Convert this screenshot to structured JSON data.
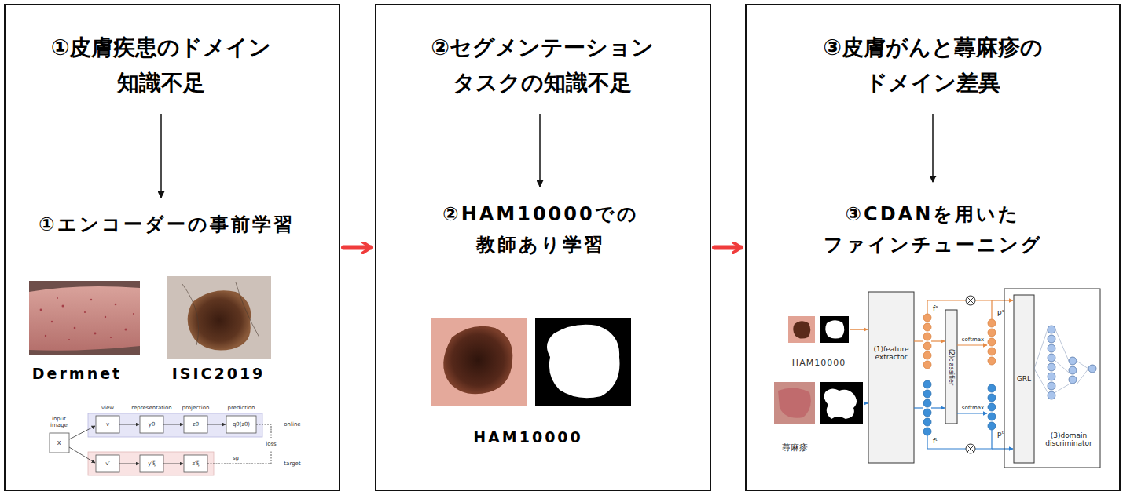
{
  "diagram": {
    "nodes": [
      {
        "text": [
          "①皮膚疾患のドメイン 知識不足",
          "①エンコーダーの事前学習"
        ]
      },
      {
        "text": [
          "②セグメンテーション タスクの知識不足",
          "②HAM10000での 教師あり学習"
        ]
      },
      {
        "text": [
          "③皮膚がんと蕁麻疹の ドメイン差異",
          "③CDANを用いた ファインチューニング"
        ]
      }
    ],
    "edges": [
      {
        "from": 0,
        "to": 1,
        "arrow": "to"
      },
      {
        "from": 1,
        "to": 2,
        "arrow": "to"
      }
    ],
    "labels": [
      "Dermnet",
      "ISIC2019",
      "HAM10000",
      "HAM10000",
      "蕁麻疹",
      "(1)feature extractor",
      "(2)classifier",
      "softmax",
      "softmax",
      "fˢ",
      "pˢ",
      "fᵗ",
      "pᵗ",
      "GRL",
      "(3)domain discriminator",
      "input image",
      "x",
      "view",
      "representation",
      "projection",
      "prediction",
      "v",
      "yθ",
      "zθ",
      "qθ(zθ)",
      "v′",
      "y′ξ",
      "z′ξ",
      "loss",
      "online",
      "target",
      "sg"
    ]
  }
}
